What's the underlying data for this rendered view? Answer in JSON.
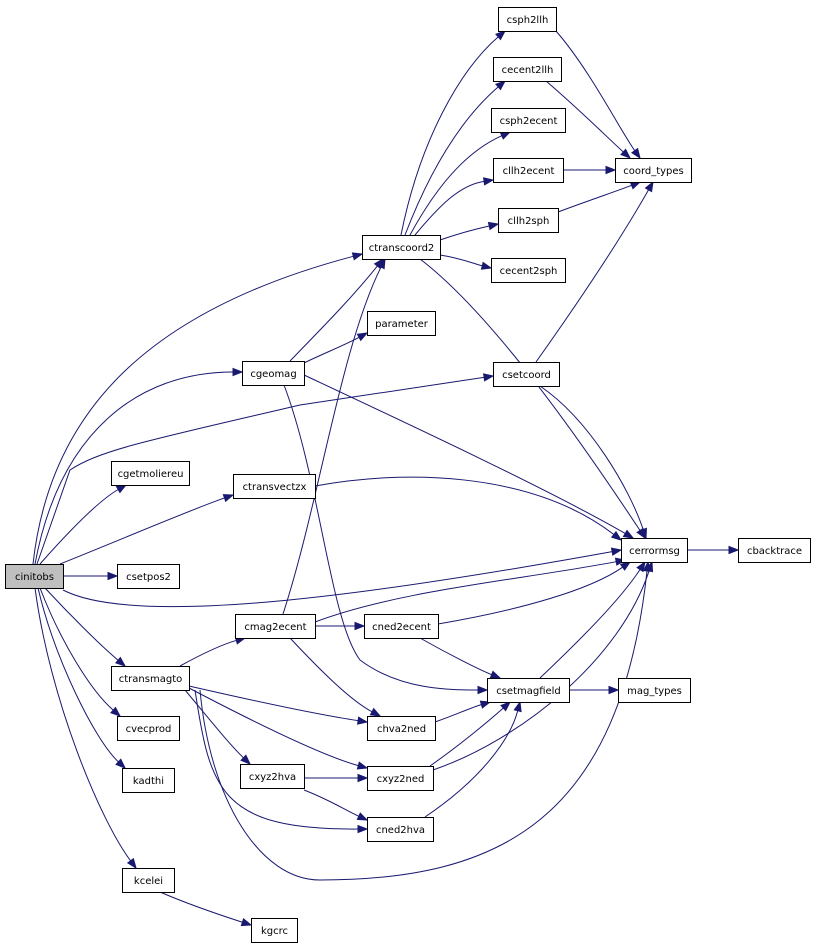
{
  "graph": {
    "kind": "call-graph",
    "edge_color": "#191970",
    "root_fill": "#bfbfbf",
    "nodes": [
      {
        "id": "cinitobs",
        "label": "cinitobs",
        "root": true
      },
      {
        "id": "ctranscoord2",
        "label": "ctranscoord2"
      },
      {
        "id": "cgeomag",
        "label": "cgeomag"
      },
      {
        "id": "csetcoord",
        "label": "csetcoord"
      },
      {
        "id": "cgetmoliereu",
        "label": "cgetmoliereu"
      },
      {
        "id": "ctransvectzx",
        "label": "ctransvectzx"
      },
      {
        "id": "cerrormsg",
        "label": "cerrormsg"
      },
      {
        "id": "csetpos2",
        "label": "csetpos2"
      },
      {
        "id": "ctransmagto",
        "label": "ctransmagto"
      },
      {
        "id": "cvecprod",
        "label": "cvecprod"
      },
      {
        "id": "kadthi",
        "label": "kadthi"
      },
      {
        "id": "kcelei",
        "label": "kcelei"
      },
      {
        "id": "kgcrc",
        "label": "kgcrc"
      },
      {
        "id": "csph2llh",
        "label": "csph2llh"
      },
      {
        "id": "cecent2llh",
        "label": "cecent2llh"
      },
      {
        "id": "csph2ecent",
        "label": "csph2ecent"
      },
      {
        "id": "cllh2ecent",
        "label": "cllh2ecent"
      },
      {
        "id": "cllh2sph",
        "label": "cllh2sph"
      },
      {
        "id": "cecent2sph",
        "label": "cecent2sph"
      },
      {
        "id": "coord_types",
        "label": "coord_types"
      },
      {
        "id": "parameter",
        "label": "parameter"
      },
      {
        "id": "cbacktrace",
        "label": "cbacktrace"
      },
      {
        "id": "cmag2ecent",
        "label": "cmag2ecent"
      },
      {
        "id": "cned2ecent",
        "label": "cned2ecent"
      },
      {
        "id": "csetmagfield",
        "label": "csetmagfield"
      },
      {
        "id": "mag_types",
        "label": "mag_types"
      },
      {
        "id": "chva2ned",
        "label": "chva2ned"
      },
      {
        "id": "cxyz2hva",
        "label": "cxyz2hva"
      },
      {
        "id": "cxyz2ned",
        "label": "cxyz2ned"
      },
      {
        "id": "cned2hva",
        "label": "cned2hva"
      }
    ],
    "edges": [
      {
        "from": "cinitobs",
        "to": "ctranscoord2"
      },
      {
        "from": "cinitobs",
        "to": "cgeomag"
      },
      {
        "from": "cinitobs",
        "to": "csetcoord"
      },
      {
        "from": "cinitobs",
        "to": "cgetmoliereu"
      },
      {
        "from": "cinitobs",
        "to": "ctransvectzx"
      },
      {
        "from": "cinitobs",
        "to": "cerrormsg"
      },
      {
        "from": "cinitobs",
        "to": "csetpos2"
      },
      {
        "from": "cinitobs",
        "to": "ctransmagto"
      },
      {
        "from": "cinitobs",
        "to": "cvecprod"
      },
      {
        "from": "cinitobs",
        "to": "kadthi"
      },
      {
        "from": "cinitobs",
        "to": "kcelei"
      },
      {
        "from": "kcelei",
        "to": "kgcrc"
      },
      {
        "from": "ctranscoord2",
        "to": "csph2llh"
      },
      {
        "from": "ctranscoord2",
        "to": "cecent2llh"
      },
      {
        "from": "ctranscoord2",
        "to": "csph2ecent"
      },
      {
        "from": "ctranscoord2",
        "to": "cllh2ecent"
      },
      {
        "from": "ctranscoord2",
        "to": "cllh2sph"
      },
      {
        "from": "ctranscoord2",
        "to": "cecent2sph"
      },
      {
        "from": "ctranscoord2",
        "to": "cerrormsg"
      },
      {
        "from": "csph2llh",
        "to": "coord_types"
      },
      {
        "from": "cecent2llh",
        "to": "coord_types"
      },
      {
        "from": "cllh2ecent",
        "to": "coord_types"
      },
      {
        "from": "cllh2sph",
        "to": "coord_types"
      },
      {
        "from": "csetcoord",
        "to": "coord_types"
      },
      {
        "from": "csetcoord",
        "to": "cerrormsg"
      },
      {
        "from": "cgeomag",
        "to": "ctranscoord2"
      },
      {
        "from": "cgeomag",
        "to": "parameter"
      },
      {
        "from": "cgeomag",
        "to": "cerrormsg"
      },
      {
        "from": "cgeomag",
        "to": "csetmagfield"
      },
      {
        "from": "ctransvectzx",
        "to": "cerrormsg"
      },
      {
        "from": "cerrormsg",
        "to": "cbacktrace"
      },
      {
        "from": "ctransmagto",
        "to": "cmag2ecent"
      },
      {
        "from": "ctransmagto",
        "to": "chva2ned"
      },
      {
        "from": "ctransmagto",
        "to": "cxyz2hva"
      },
      {
        "from": "ctransmagto",
        "to": "cxyz2ned"
      },
      {
        "from": "ctransmagto",
        "to": "cned2hva"
      },
      {
        "from": "ctransmagto",
        "to": "cerrormsg"
      },
      {
        "from": "cmag2ecent",
        "to": "ctranscoord2"
      },
      {
        "from": "cmag2ecent",
        "to": "cned2ecent"
      },
      {
        "from": "cmag2ecent",
        "to": "cerrormsg"
      },
      {
        "from": "cmag2ecent",
        "to": "chva2ned"
      },
      {
        "from": "cned2ecent",
        "to": "csetmagfield"
      },
      {
        "from": "cned2ecent",
        "to": "cerrormsg"
      },
      {
        "from": "csetmagfield",
        "to": "cerrormsg"
      },
      {
        "from": "csetmagfield",
        "to": "mag_types"
      },
      {
        "from": "chva2ned",
        "to": "csetmagfield"
      },
      {
        "from": "cxyz2hva",
        "to": "cxyz2ned"
      },
      {
        "from": "cxyz2hva",
        "to": "cned2hva"
      },
      {
        "from": "cxyz2ned",
        "to": "csetmagfield"
      },
      {
        "from": "cxyz2ned",
        "to": "cerrormsg"
      },
      {
        "from": "cned2hva",
        "to": "csetmagfield"
      }
    ]
  }
}
